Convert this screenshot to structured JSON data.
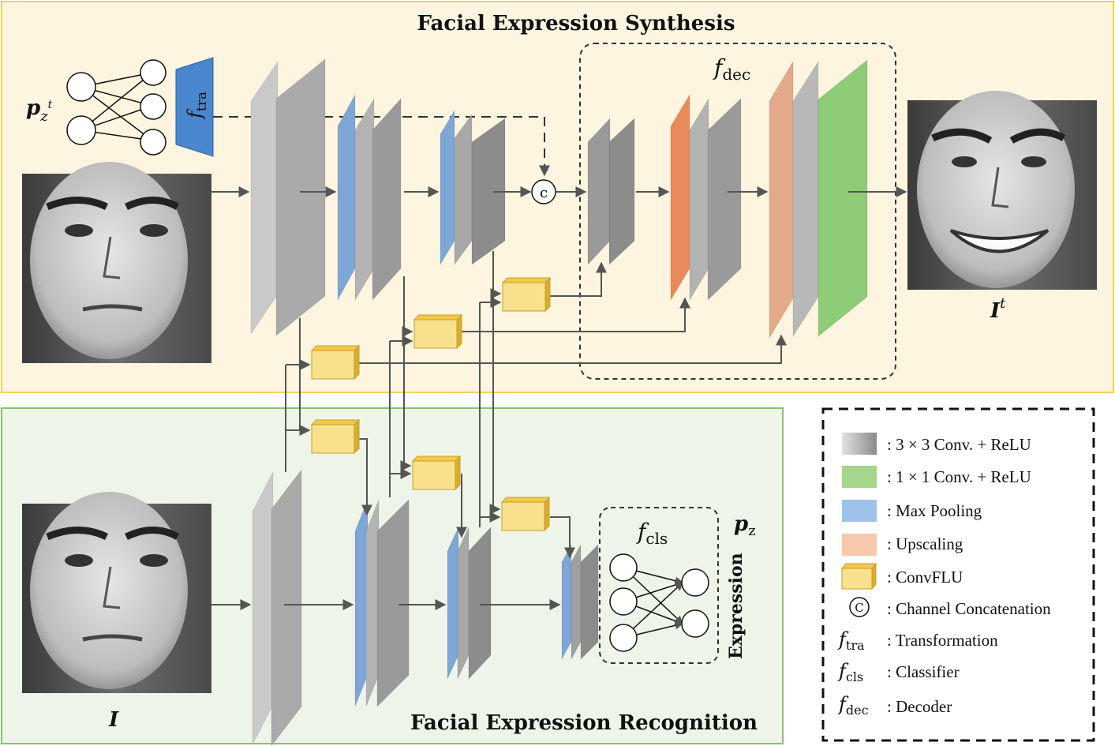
{
  "panels": {
    "synthesis_title": "Facial Expression Synthesis",
    "recognition_title": "Facial Expression Recognition"
  },
  "labels": {
    "input_prior": "p",
    "input_prior_sub": "z",
    "input_prior_sup": "t",
    "f_tra_main": "f",
    "f_tra_sub": "tra",
    "f_dec_main": "f",
    "f_dec_sub": "dec",
    "f_cls_main": "f",
    "f_cls_sub": "cls",
    "output_image": "I",
    "output_image_sup": "t",
    "input_image": "I",
    "pz_main": "p",
    "pz_sub": "z",
    "expression_vertical": "Expression",
    "concat_symbol": "c"
  },
  "legend": {
    "items": [
      {
        "key": "conv3",
        "text": ": 3 × 3 Conv. + ReLU"
      },
      {
        "key": "conv1",
        "text": ": 1 × 1 Conv. + ReLU"
      },
      {
        "key": "pool",
        "text": ": Max Pooling"
      },
      {
        "key": "upscale",
        "text": ": Upscaling"
      },
      {
        "key": "convflu",
        "text": ": ConvFLU"
      },
      {
        "key": "concat",
        "text": ": Channel Concatenation",
        "symbol": "C"
      },
      {
        "key": "tra",
        "text": ": Transformation",
        "symbol_main": "f",
        "symbol_sub": "tra"
      },
      {
        "key": "cls",
        "text": ": Classifier",
        "symbol_main": "f",
        "symbol_sub": "cls"
      },
      {
        "key": "dec",
        "text": ": Decoder",
        "symbol_main": "f",
        "symbol_sub": "dec"
      }
    ]
  },
  "colors": {
    "synthesis_bg": "#fdf5df",
    "synthesis_border": "#f2cf5b",
    "recognition_bg": "#eef5e8",
    "recognition_border": "#86c46b",
    "conv_light": "#c4c4c4",
    "conv_mid": "#a8a8a8",
    "conv_dark": "#8a8a8a",
    "conv1": "#8fcc77",
    "pool": "#7ea6d6",
    "upscale_salmon": "#e4a98b",
    "upscale_orange": "#e88a5a",
    "convflu": "#f9e08c",
    "transform": "#4b87cf",
    "arrow": "#555555"
  },
  "icons": {
    "faces": [
      "neutral-face-photo",
      "smiling-face-photo",
      "neutral-face-photo"
    ]
  }
}
